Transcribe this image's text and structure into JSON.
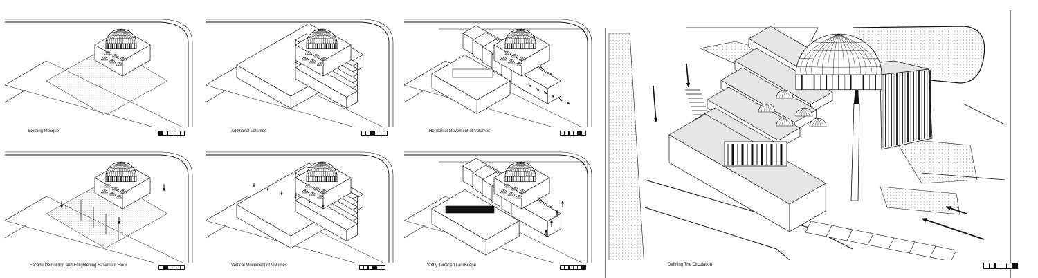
{
  "sheet": {
    "background": "#ffffff",
    "ink": "#111111",
    "fill_light": "#e6e6e6",
    "fill_mid": "#d4d4d4"
  },
  "panels": [
    {
      "caption": "Existing Mosque",
      "sequence_total": 6,
      "sequence_active": 1
    },
    {
      "caption": "Additional Volumes",
      "sequence_total": 6,
      "sequence_active": 3
    },
    {
      "caption": "Horizontal Movement of Volumes",
      "sequence_total": 6,
      "sequence_active": 5
    },
    {
      "caption": "Facade Demolition and Enlightening Basement Floor",
      "sequence_total": 6,
      "sequence_active": 2
    },
    {
      "caption": "Vertical Movement of Volumes",
      "sequence_total": 6,
      "sequence_active": 4
    },
    {
      "caption": "Softly Terraced Landscape",
      "sequence_total": 6,
      "sequence_active": 6
    }
  ],
  "main": {
    "caption": "Defining The Circulation",
    "sequence_total": 6,
    "sequence_active": 6
  }
}
